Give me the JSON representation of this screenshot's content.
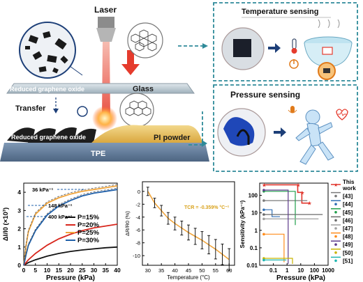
{
  "schematic": {
    "laser_label": "Laser",
    "rgo_top_label": "Reduced graphene oxide",
    "glass_label": "Glass",
    "transfer_label": "Transfer",
    "rgo_bottom_label": "Reduced graphene oxide",
    "pi_label": "PI powder",
    "tpe_label": "TPE"
  },
  "applications": {
    "temperature_title": "Temperature sensing",
    "pressure_title": "Pressure sensing"
  },
  "colors": {
    "teal_dash": "#2e8a99",
    "laser_red": "#e53b2d",
    "pi_gold": "#e8c36a",
    "tpe_blue": "#6b84a3",
    "glass_gray": "#b9c6cf"
  },
  "chart_data": [
    {
      "type": "line",
      "title": "",
      "xlabel": "Pressure (kPa)",
      "ylabel": "ΔI/I0 (×10³)",
      "xlim": [
        0,
        40
      ],
      "ylim": [
        0,
        4.5
      ],
      "xticks": [
        "0",
        "5",
        "10",
        "15",
        "20",
        "25",
        "30",
        "35",
        "40"
      ],
      "yticks": [
        "0",
        "1",
        "2",
        "3",
        "4"
      ],
      "series": [
        {
          "name": "P=15%",
          "color": "#111111",
          "x": [
            0,
            2,
            5,
            10,
            15,
            20,
            25,
            30,
            35,
            40
          ],
          "y": [
            0,
            0.15,
            0.3,
            0.5,
            0.65,
            0.76,
            0.84,
            0.9,
            0.96,
            1.0
          ]
        },
        {
          "name": "P=20%",
          "color": "#d8261c",
          "x": [
            0,
            2,
            5,
            10,
            15,
            20,
            25,
            30,
            35,
            40
          ],
          "y": [
            0,
            0.3,
            0.65,
            1.1,
            1.45,
            1.7,
            1.9,
            2.05,
            2.15,
            2.25
          ]
        },
        {
          "name": "P=25%",
          "color": "#f0a43a",
          "x": [
            0,
            1,
            2,
            5,
            10,
            15,
            20,
            25,
            30,
            35,
            40
          ],
          "y": [
            0,
            1.1,
            1.85,
            2.8,
            3.4,
            3.7,
            3.9,
            4.05,
            4.15,
            4.25,
            4.35
          ]
        },
        {
          "name": "P=30%",
          "color": "#1f5fa8",
          "x": [
            0,
            1,
            2,
            5,
            10,
            15,
            20,
            25,
            30,
            35,
            40
          ],
          "y": [
            0,
            0.6,
            1.1,
            1.9,
            2.75,
            3.25,
            3.55,
            3.8,
            3.95,
            4.05,
            4.15
          ]
        }
      ],
      "annotations": [
        "36 kPa⁻¹",
        "148 kPa⁻¹",
        "400 kPa⁻¹"
      ]
    },
    {
      "type": "line",
      "title": "",
      "xlabel": "Temperature (°C)",
      "ylabel": "ΔR/R0 (%)",
      "xlim": [
        28,
        62
      ],
      "ylim": [
        -11.5,
        1.5
      ],
      "xticks": [
        "30",
        "35",
        "40",
        "45",
        "50",
        "55",
        "60"
      ],
      "yticks": [
        "0",
        "-2",
        "-4",
        "-6",
        "-8",
        "-10"
      ],
      "x": [
        30,
        32.5,
        35,
        37.5,
        40,
        42.5,
        45,
        47.5,
        50,
        52.5,
        55,
        57.5,
        60
      ],
      "y": [
        0,
        -1.8,
        -3.0,
        -4.2,
        -5.0,
        -5.7,
        -6.4,
        -7.0,
        -7.6,
        -8.3,
        -9.0,
        -9.8,
        -10.6
      ],
      "annotation": "TCR = -0.359% °C⁻¹"
    },
    {
      "type": "line",
      "title": "",
      "xlabel": "Pressure (kPa)",
      "ylabel": "Sensitivity (kPa⁻¹)",
      "xscale": "log",
      "yscale": "log",
      "xlim": [
        0.01,
        1000
      ],
      "ylim": [
        0.01,
        500
      ],
      "xticks": [
        "0.1",
        "1",
        "10",
        "100",
        "1000"
      ],
      "yticks": [
        "0.01",
        "0.1",
        "1",
        "10",
        "100"
      ],
      "series": [
        {
          "name": "This work",
          "color": "#e0332a",
          "x": [
            0.02,
            6,
            6,
            12,
            12,
            40
          ],
          "y": [
            400,
            400,
            148,
            148,
            36,
            36
          ]
        },
        {
          "name": "[43]",
          "color": "#7a7a7a",
          "x": [
            0.02,
            30
          ],
          "y": [
            50,
            50
          ]
        },
        {
          "name": "[44]",
          "color": "#2f6fb5",
          "x": [
            0.02,
            0.08,
            0.08,
            0.3
          ],
          "y": [
            15,
            15,
            6,
            6
          ]
        },
        {
          "name": "[45]",
          "color": "#1f9e4a",
          "x": [
            0.02,
            4,
            4
          ],
          "y": [
            170,
            170,
            2
          ]
        },
        {
          "name": "[46]",
          "color": "#6a6a6a",
          "x": [
            0.02,
            400
          ],
          "y": [
            8,
            8
          ]
        },
        {
          "name": "[47]",
          "color": "#a0a0a0",
          "x": [
            0.02,
            200
          ],
          "y": [
            4.5,
            4.5
          ]
        },
        {
          "name": "[48]",
          "color": "#ff8c1a",
          "x": [
            0.02,
            0.6,
            0.6
          ],
          "y": [
            0.6,
            0.6,
            0.015
          ]
        },
        {
          "name": "[49]",
          "color": "#5c3a8a",
          "x": [
            0.02,
            1.2,
            1.2
          ],
          "y": [
            200,
            200,
            0.012
          ]
        },
        {
          "name": "[50]",
          "color": "#c8b400",
          "x": [
            0.02,
            2.5,
            2.5
          ],
          "y": [
            0.025,
            0.025,
            0.012
          ]
        },
        {
          "name": "[51]",
          "color": "#1cb5b0",
          "x": [
            0.02,
            0.9
          ],
          "y": [
            0.02,
            0.02
          ]
        }
      ]
    }
  ]
}
